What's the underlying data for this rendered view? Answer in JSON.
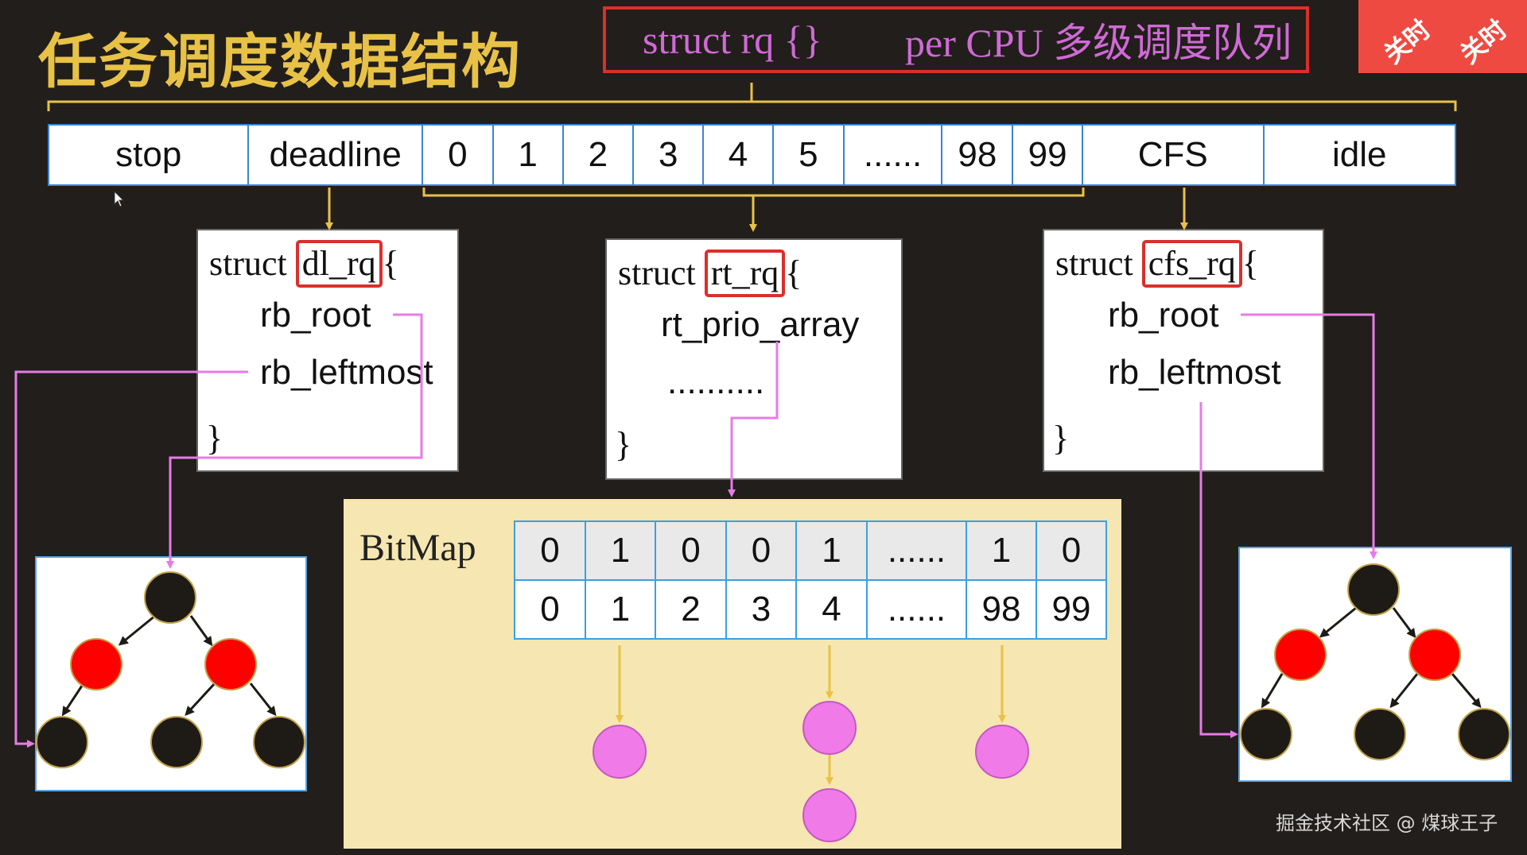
{
  "title": "任务调度数据结构",
  "banner": {
    "struct_rq": "struct rq {}",
    "per_cpu": "per CPU 多级调度队列"
  },
  "badge": [
    "关时",
    "关时"
  ],
  "rq_cells": [
    "stop",
    "deadline",
    "0",
    "1",
    "2",
    "3",
    "4",
    "5",
    "......",
    "98",
    "99",
    "CFS",
    "idle"
  ],
  "dl_rq": {
    "keyword": "struct",
    "name": "dl_rq",
    "open": "{",
    "fields": [
      "rb_root",
      "rb_leftmost"
    ],
    "close": "}"
  },
  "rt_rq": {
    "keyword": "struct",
    "name": "rt_rq",
    "open": "{",
    "field": "rt_prio_array",
    "dots": "..........",
    "close": "}"
  },
  "cfs_rq": {
    "keyword": "struct",
    "name": "cfs_rq",
    "open": "{",
    "fields": [
      "rb_root",
      "rb_leftmost"
    ],
    "close": "}"
  },
  "bitmap": {
    "label": "BitMap",
    "bits": [
      "0",
      "1",
      "0",
      "0",
      "1",
      "......",
      "1",
      "0"
    ],
    "indices": [
      "0",
      "1",
      "2",
      "3",
      "4",
      "......",
      "98",
      "99"
    ]
  },
  "colors": {
    "background": "#221e1b",
    "title": "#e8c246",
    "banner_text": "#cf6ad6",
    "highlight": "#d9302a",
    "arrow_yellow": "#e8c246",
    "arrow_pink": "#e77be6",
    "red_node": "#ff0000",
    "black_node": "#1e1a16",
    "task_node": "#f07ae8",
    "bitmap_bg": "#f6e6b1"
  },
  "icons": [
    "cursor-icon"
  ],
  "watermark": "掘金技术社区 @ 煤球王子"
}
